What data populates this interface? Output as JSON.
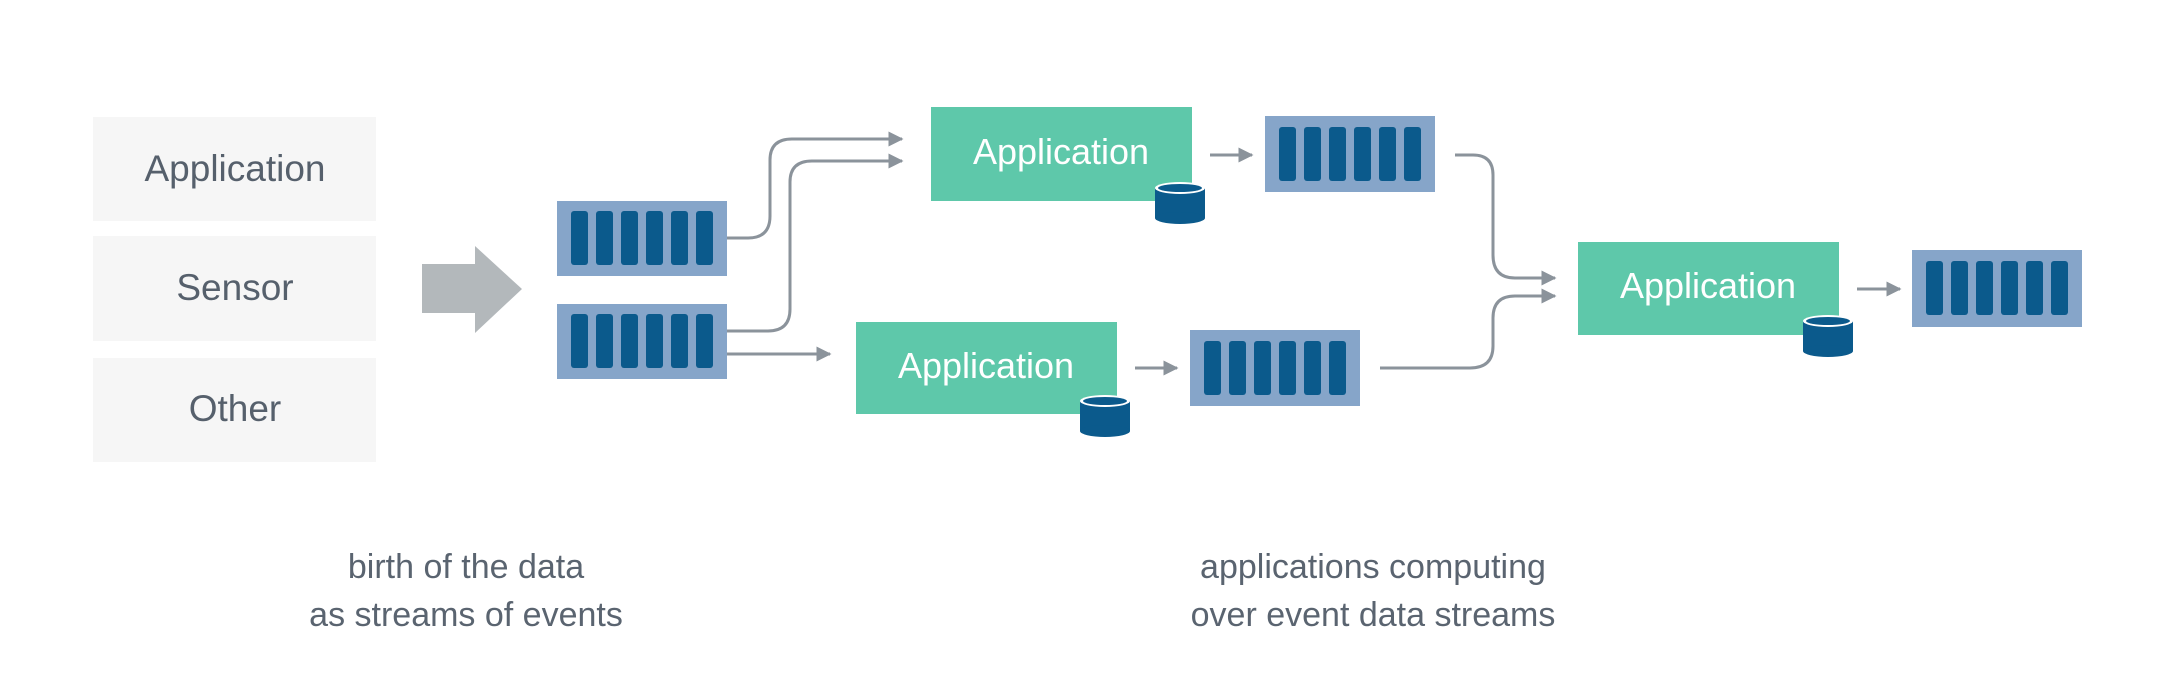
{
  "sources": [
    {
      "label": "Application"
    },
    {
      "label": "Sensor"
    },
    {
      "label": "Other"
    }
  ],
  "applications": [
    {
      "label": "Application"
    },
    {
      "label": "Application"
    },
    {
      "label": "Application"
    }
  ],
  "captions": {
    "left": [
      "birth of the data",
      "as streams of events"
    ],
    "right": [
      "applications computing",
      "over event data streams"
    ]
  },
  "colors": {
    "source_box": "#f6f6f6",
    "big_arrow": "#b3b8bb",
    "queue_outer": "#86a5c9",
    "queue_slot": "#0b5a8c",
    "application_box": "#5ec8aa",
    "database": "#0b5a8c",
    "connector": "#8b939b"
  },
  "icons": [
    "right-arrow-icon",
    "event-queue-icon",
    "database-icon"
  ]
}
